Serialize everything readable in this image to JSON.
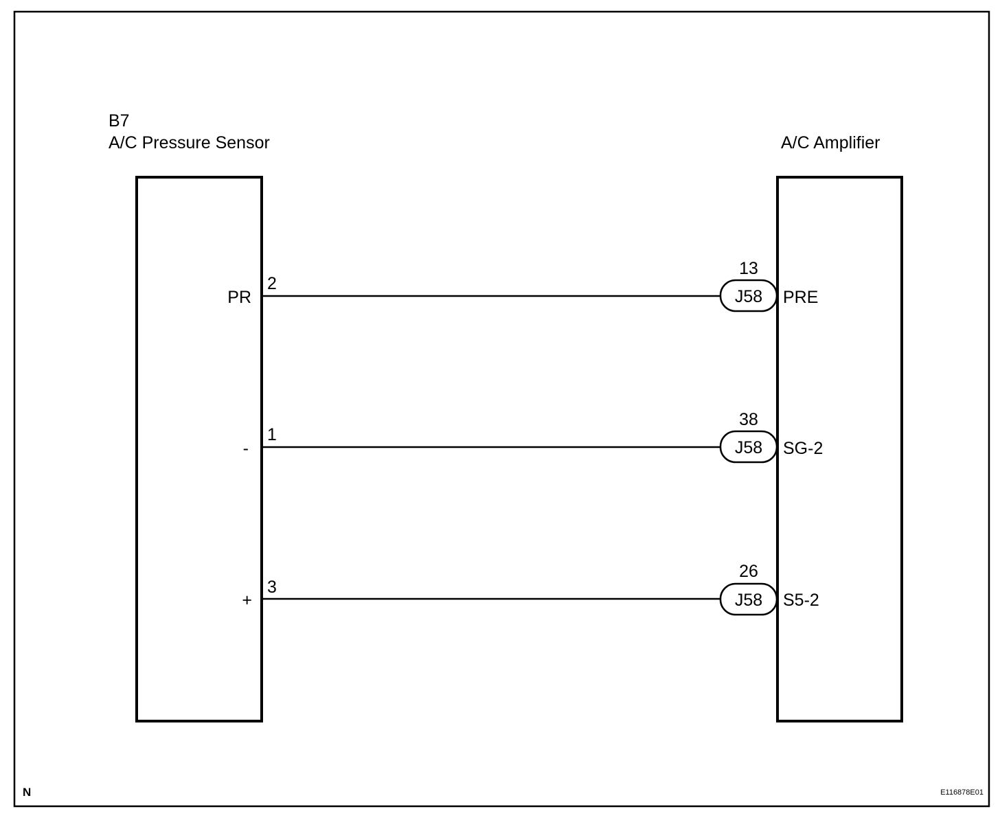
{
  "left_component": {
    "code": "B7",
    "name": "A/C Pressure Sensor"
  },
  "right_component": {
    "name": "A/C Amplifier"
  },
  "connections": [
    {
      "left_label": "PR",
      "left_pin": "2",
      "connector": "J58",
      "right_pin": "13",
      "right_label": "PRE"
    },
    {
      "left_label": "-",
      "left_pin": "1",
      "connector": "J58",
      "right_pin": "38",
      "right_label": "SG-2"
    },
    {
      "left_label": "+",
      "left_pin": "3",
      "connector": "J58",
      "right_pin": "26",
      "right_label": "S5-2"
    }
  ],
  "footer": {
    "corner_mark": "N",
    "figure_id": "E116878E01"
  }
}
